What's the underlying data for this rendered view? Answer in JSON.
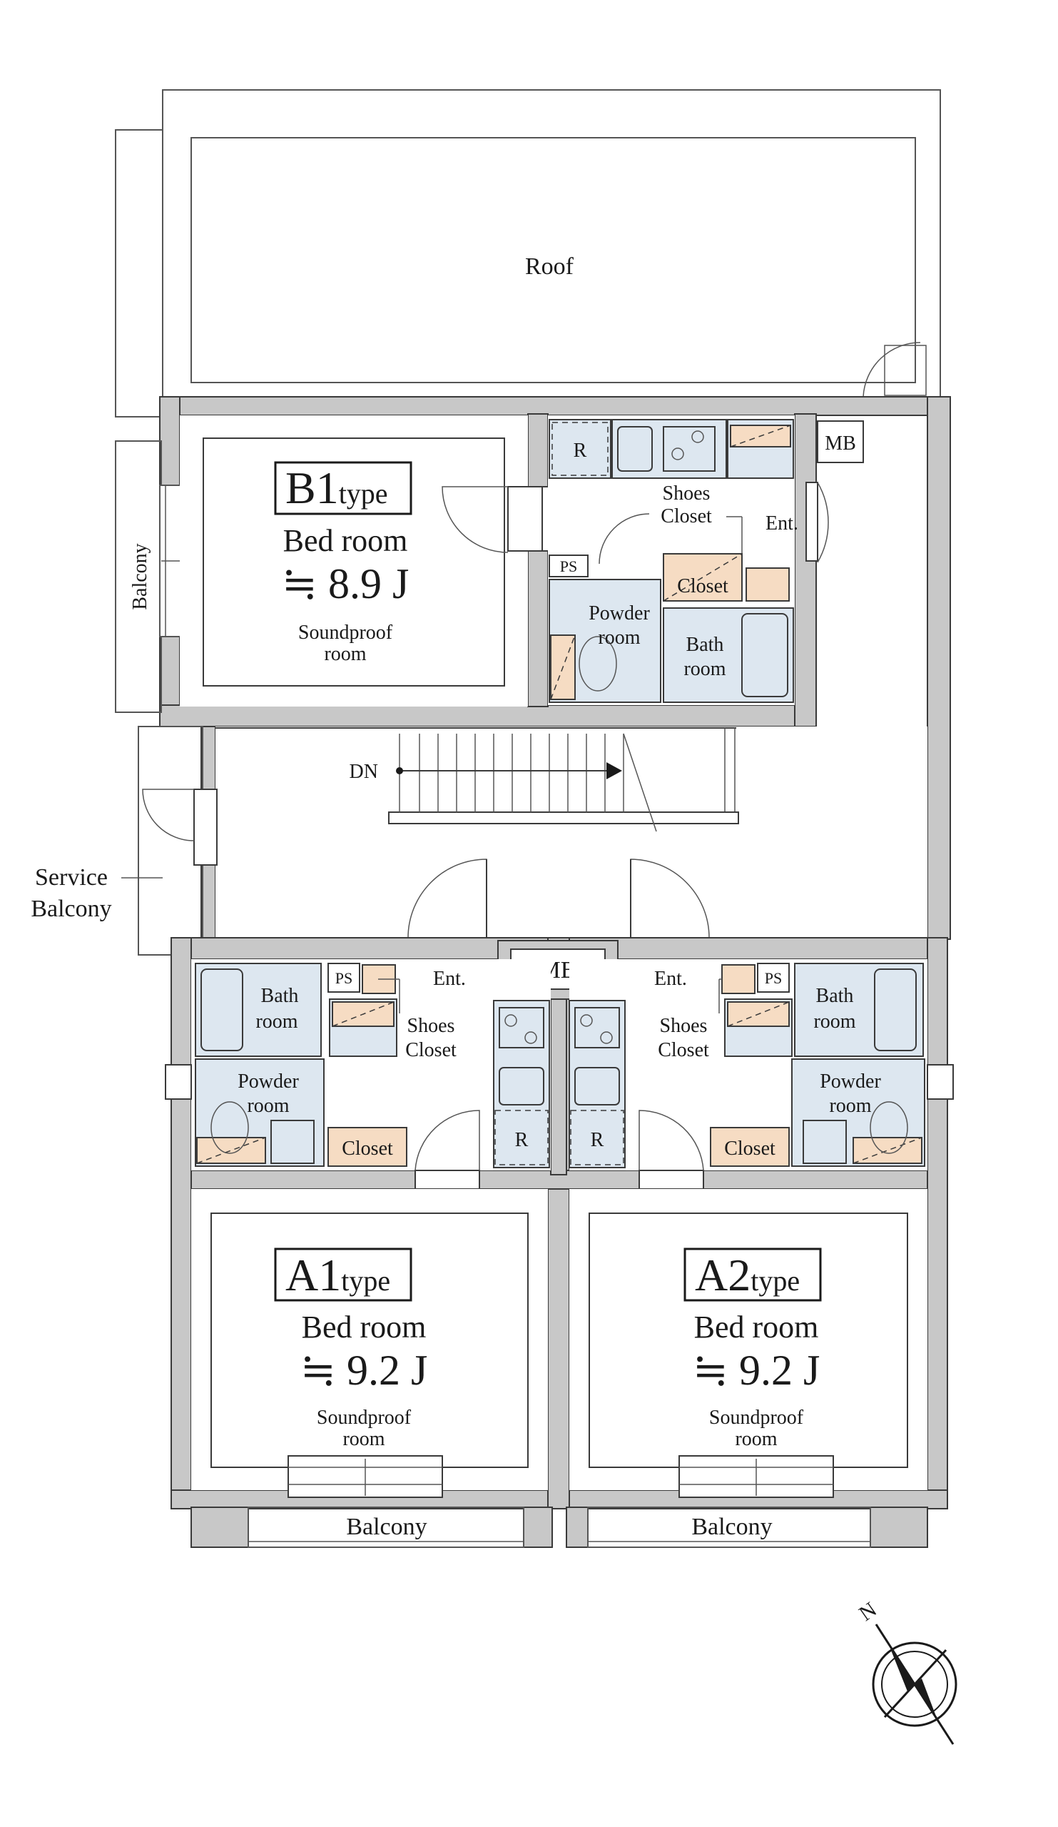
{
  "roof": {
    "label": "Roof"
  },
  "meter_box": {
    "label": "MB"
  },
  "stairs": {
    "label": "DN"
  },
  "balconies": {
    "side_label": "Balcony",
    "service_label_line1": "Service",
    "service_label_line2": "Balcony",
    "bottom_left_label": "Balcony",
    "bottom_right_label": "Balcony"
  },
  "units": {
    "b1": {
      "type_code": "B1",
      "type_word": "type",
      "bedroom_label": "Bed room",
      "bedroom_area": "≒ 8.9 J",
      "soundproof_line1": "Soundproof",
      "soundproof_line2": "room",
      "fridge": "R",
      "ps": "PS",
      "shoes_line1": "Shoes",
      "shoes_line2": "Closet",
      "entrance": "Ent.",
      "closet": "Closet",
      "powder_line1": "Powder",
      "powder_line2": "room",
      "bath_line1": "Bath",
      "bath_line2": "room"
    },
    "a1": {
      "type_code": "A1",
      "type_word": "type",
      "bedroom_label": "Bed room",
      "bedroom_area": "≒ 9.2 J",
      "soundproof_line1": "Soundproof",
      "soundproof_line2": "room",
      "fridge": "R",
      "ps": "PS",
      "shoes_line1": "Shoes",
      "shoes_line2": "Closet",
      "entrance": "Ent.",
      "closet": "Closet",
      "powder_line1": "Powder",
      "powder_line2": "room",
      "bath_line1": "Bath",
      "bath_line2": "room"
    },
    "a2": {
      "type_code": "A2",
      "type_word": "type",
      "bedroom_label": "Bed room",
      "bedroom_area": "≒ 9.2 J",
      "soundproof_line1": "Soundproof",
      "soundproof_line2": "room",
      "fridge": "R",
      "ps": "PS",
      "shoes_line1": "Shoes",
      "shoes_line2": "Closet",
      "entrance": "Ent.",
      "closet": "Closet",
      "powder_line1": "Powder",
      "powder_line2": "room",
      "bath_line1": "Bath",
      "bath_line2": "room"
    }
  },
  "compass": {
    "north_label": "N"
  },
  "colors": {
    "wall": "#c8c8c8",
    "wet_area": "#dde7f0",
    "closet": "#f6dcc3",
    "ink": "#1a1a1a"
  }
}
